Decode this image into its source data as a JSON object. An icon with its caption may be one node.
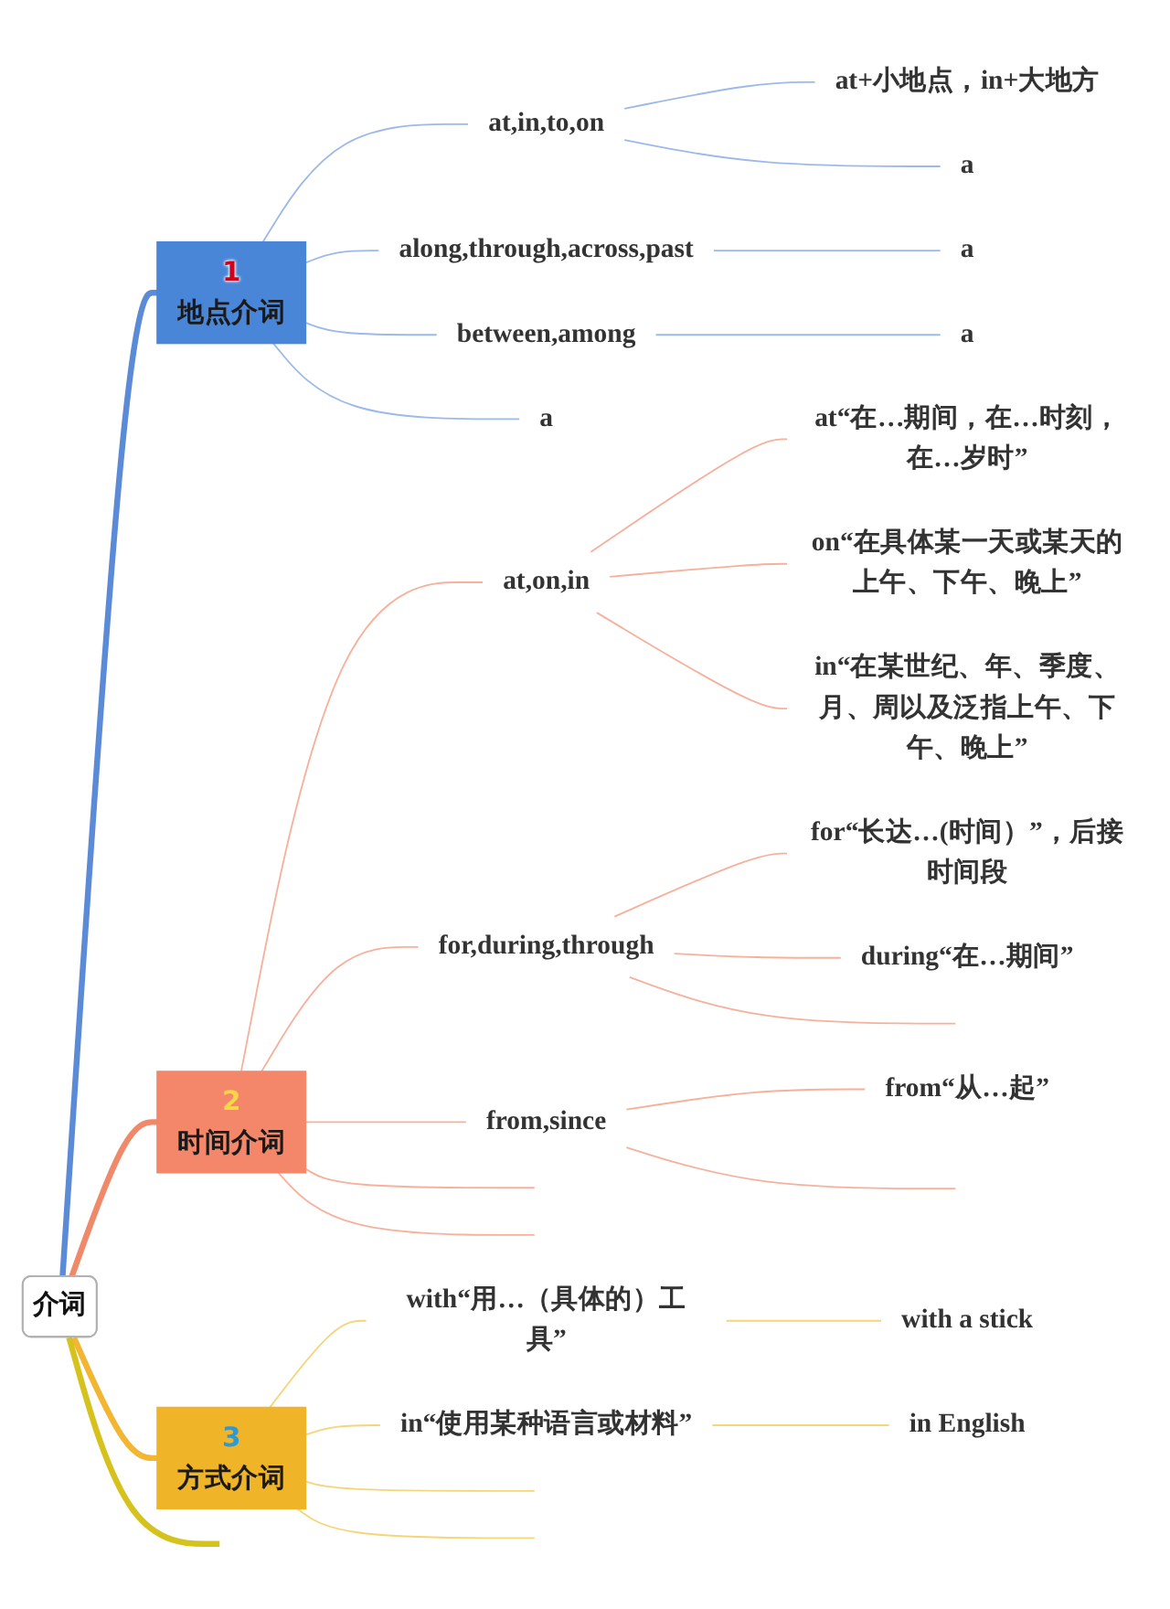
{
  "diagram": {
    "nodes": [
      {
        "text": [
          "介词"
        ]
      },
      {
        "text": [
          "1",
          "地点介词"
        ]
      },
      {
        "text": [
          "at,in,to,on"
        ]
      },
      {
        "text": [
          "at+小地点，in+大地方"
        ]
      },
      {
        "text": [
          "a"
        ]
      },
      {
        "text": [
          "along,through,across,past"
        ]
      },
      {
        "text": [
          "a"
        ]
      },
      {
        "text": [
          "between,among"
        ]
      },
      {
        "text": [
          "a"
        ]
      },
      {
        "text": [
          "a"
        ]
      },
      {
        "text": [
          "2",
          "时间介词"
        ]
      },
      {
        "text": [
          "at,on,in"
        ]
      },
      {
        "text": [
          "at“在…期间，在…时刻，在…岁时”"
        ]
      },
      {
        "text": [
          "on“在具体某一天或某天的上午、下午、晚上”"
        ]
      },
      {
        "text": [
          "in“在某世纪、年、季度、月、周以及泛指上午、下午、晚上”"
        ]
      },
      {
        "text": [
          "for,during,through"
        ]
      },
      {
        "text": [
          "for“长达…(时间）”，后接时间段"
        ]
      },
      {
        "text": [
          "during“在…期间”"
        ]
      },
      {
        "text": [
          "from,since"
        ]
      },
      {
        "text": [
          "from“从…起”"
        ]
      },
      {
        "text": [
          "3",
          "方式介词"
        ]
      },
      {
        "text": [
          "with“用…（具体的）工具”"
        ]
      },
      {
        "text": [
          "with a stick"
        ]
      },
      {
        "text": [
          "in“使用某种语言或材料”"
        ]
      },
      {
        "text": [
          "in English"
        ]
      }
    ],
    "edges": [
      {
        "from": 0,
        "to": 1,
        "arrow": "none",
        "style": "thick",
        "color": "#5b8ad6"
      },
      {
        "from": 1,
        "to": 2,
        "arrow": "none",
        "color": "#9db9ea"
      },
      {
        "from": 2,
        "to": 3,
        "arrow": "none",
        "color": "#9db9ea"
      },
      {
        "from": 2,
        "to": 4,
        "arrow": "none",
        "color": "#9db9ea"
      },
      {
        "from": 1,
        "to": 5,
        "arrow": "none",
        "color": "#9db9ea"
      },
      {
        "from": 5,
        "to": 6,
        "arrow": "none",
        "color": "#9db9ea"
      },
      {
        "from": 1,
        "to": 7,
        "arrow": "none",
        "color": "#9db9ea"
      },
      {
        "from": 7,
        "to": 8,
        "arrow": "none",
        "color": "#9db9ea"
      },
      {
        "from": 1,
        "to": 9,
        "arrow": "none",
        "color": "#9db9ea"
      },
      {
        "from": 0,
        "to": 10,
        "arrow": "none",
        "style": "thick",
        "color": "#f0896a"
      },
      {
        "from": 10,
        "to": 11,
        "arrow": "none",
        "color": "#f6b19c"
      },
      {
        "from": 11,
        "to": 12,
        "arrow": "none",
        "color": "#f6b19c"
      },
      {
        "from": 11,
        "to": 13,
        "arrow": "none",
        "color": "#f6b19c"
      },
      {
        "from": 11,
        "to": 14,
        "arrow": "none",
        "color": "#f6b19c"
      },
      {
        "from": 10,
        "to": 15,
        "arrow": "none",
        "color": "#f6b19c"
      },
      {
        "from": 15,
        "to": 16,
        "arrow": "none",
        "color": "#f6b19c"
      },
      {
        "from": 15,
        "to": 17,
        "arrow": "none",
        "color": "#f6b19c"
      },
      {
        "from": 15,
        "to": null,
        "arrow": "none",
        "color": "#f6b19c"
      },
      {
        "from": 10,
        "to": 18,
        "arrow": "none",
        "color": "#f6b19c"
      },
      {
        "from": 18,
        "to": 19,
        "arrow": "none",
        "color": "#f6b19c"
      },
      {
        "from": 18,
        "to": null,
        "arrow": "none",
        "color": "#f6b19c"
      },
      {
        "from": 10,
        "to": null,
        "arrow": "none",
        "color": "#f6b19c"
      },
      {
        "from": 10,
        "to": null,
        "arrow": "none",
        "color": "#f6b19c"
      },
      {
        "from": 0,
        "to": 20,
        "arrow": "none",
        "style": "thick",
        "color": "#f2b632"
      },
      {
        "from": 20,
        "to": 21,
        "arrow": "none",
        "color": "#f5d57a"
      },
      {
        "from": 21,
        "to": 22,
        "arrow": "none",
        "color": "#f5d57a"
      },
      {
        "from": 20,
        "to": 23,
        "arrow": "none",
        "color": "#f5d57a"
      },
      {
        "from": 23,
        "to": 24,
        "arrow": "none",
        "color": "#f5d57a"
      },
      {
        "from": 20,
        "to": null,
        "arrow": "none",
        "color": "#f5d57a"
      },
      {
        "from": 20,
        "to": null,
        "arrow": "none",
        "color": "#f5d57a"
      },
      {
        "from": 0,
        "to": null,
        "arrow": "none",
        "style": "thick",
        "color": "#d6c21c"
      }
    ]
  }
}
